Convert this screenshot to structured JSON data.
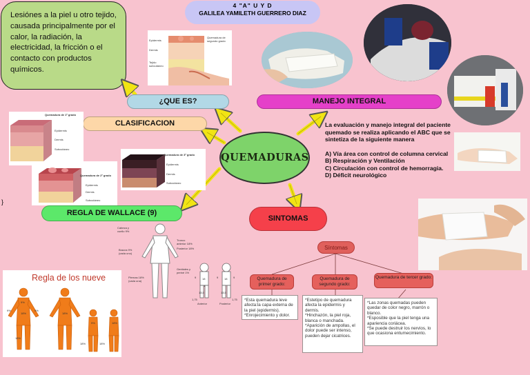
{
  "header": {
    "group": "4 \"A\" U Y D",
    "author": "GALILEA YAMILETH GUERRERO DIAZ"
  },
  "definition": {
    "text": "Lesiónes a la piel u otro tejido, causada principalmente por el calor, la radiación, la electricidad, la fricción o el contacto con productos químicos."
  },
  "center": {
    "title": "QUEMADURAS"
  },
  "nodes": {
    "que_es": "¿QUE ES?",
    "clasificacion": "CLASIFICACION",
    "wallace": "REGLA DE WALLACE (9)",
    "manejo": "MANEJO INTEGRAL",
    "sintomas": "SINTOMAS"
  },
  "manejo_text": {
    "intro": "La evaluación y manejo integral del paciente quemado se realiza aplicando el ABC que se sintetiza de la siguiente manera",
    "items": [
      "A) Vía área con control de columna cervical",
      "B) Respiración y Ventilación",
      "C) Circulación con control de hemorragia.",
      "D) Déficit neurológico"
    ]
  },
  "stray_char": "}",
  "sintomas_chart": {
    "root": "Síntomas",
    "branches": [
      {
        "label": "Quemadura de primer grado:",
        "text": "*Esta quemadura leve afecta:la capa externa de la piel (epidermis).\n*Enrojecimiento y dolor."
      },
      {
        "label": "Quemadura de segundo grado:",
        "text": "*Estetipo de quemadura afecta la epidermis y dermis.\n*Hinchazón, la piel roja, blanca o manchada.\n*Aparición de ampollas, el dolor puede ser intenso, pueden dejar cicatrices."
      },
      {
        "label": "Quemadura de tercer grado:",
        "text": "*Las zonas quemadas pueden quedar de color negro, marrón o blanco.\n*Esposible que la piel tenga una apariencia coriácea.\n*Se puede destruir los nervios, lo que ocasiona entumecimiento."
      }
    ]
  },
  "skin_diagrams": {
    "first": {
      "title": "Quemadura de 1º grado",
      "layers": [
        "Epidermis",
        "Dermis",
        "Subcutáneo"
      ]
    },
    "second": {
      "title": "Quemadura de 2º grado",
      "layers": [
        "Epidermis",
        "Dermis",
        "Subcutáneo"
      ]
    },
    "third": {
      "title": "Quemadura de 3º grado",
      "layers": [
        "Epidermis",
        "Dermis",
        "Subcutáneo"
      ]
    },
    "top": {
      "layers": [
        "Epidermis",
        "Dermis",
        "Tejido subcutáneo"
      ],
      "caption": "Quemadura de segundo grado"
    }
  },
  "wallace_figure": {
    "labels": [
      "Cabeza y cuello 9%",
      "Tronco anterior 18%",
      "Posterior 18%",
      "Brazos 9% (cada uno)",
      "Genitales y periné 1%",
      "Piernas 18% (cada una)"
    ],
    "child_numbers": [
      "18",
      "9",
      "1",
      "18",
      "9",
      "9",
      "13,5",
      "13,5",
      "1,75",
      "1,75"
    ],
    "child_captions": [
      "Anterior",
      "Posterior"
    ]
  },
  "regla_nueve": {
    "title": "Regla de los nueve",
    "percents": [
      "9%",
      "18%",
      "9%",
      "9%",
      "18%",
      "18%",
      "9%",
      "18%",
      "18%",
      "18%"
    ]
  },
  "colors": {
    "bg": "#f8c3cf",
    "que_es": "#b2d8e6",
    "manejo": "#e540c9",
    "clasif": "#fdd7a8",
    "wallace": "#5ce86a",
    "sintomas": "#f5404a",
    "center": "#7ed36a",
    "arrow": "#f1e414",
    "definition": "#b9da88",
    "header": "#c8c6f5"
  }
}
